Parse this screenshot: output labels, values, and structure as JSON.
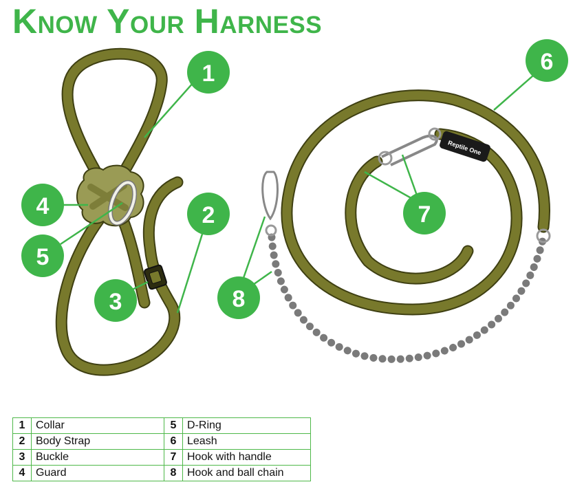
{
  "title": "Know Your Harness",
  "brand_text": "Reptile One",
  "colors": {
    "accent_green": "#3fb54a",
    "title_green": "#3fb54a",
    "olive": "#78792c",
    "olive_outline": "#3e3f12",
    "chain_grey": "#7a7a7a",
    "table_border": "#4db848"
  },
  "callouts": [
    "1",
    "2",
    "3",
    "4",
    "5",
    "6",
    "7",
    "8"
  ],
  "legend": [
    {
      "num": "1",
      "label": "Collar"
    },
    {
      "num": "2",
      "label": "Body Strap"
    },
    {
      "num": "3",
      "label": "Buckle"
    },
    {
      "num": "4",
      "label": "Guard"
    },
    {
      "num": "5",
      "label": "D-Ring"
    },
    {
      "num": "6",
      "label": "Leash"
    },
    {
      "num": "7",
      "label": "Hook with handle"
    },
    {
      "num": "8",
      "label": "Hook and ball chain"
    }
  ]
}
